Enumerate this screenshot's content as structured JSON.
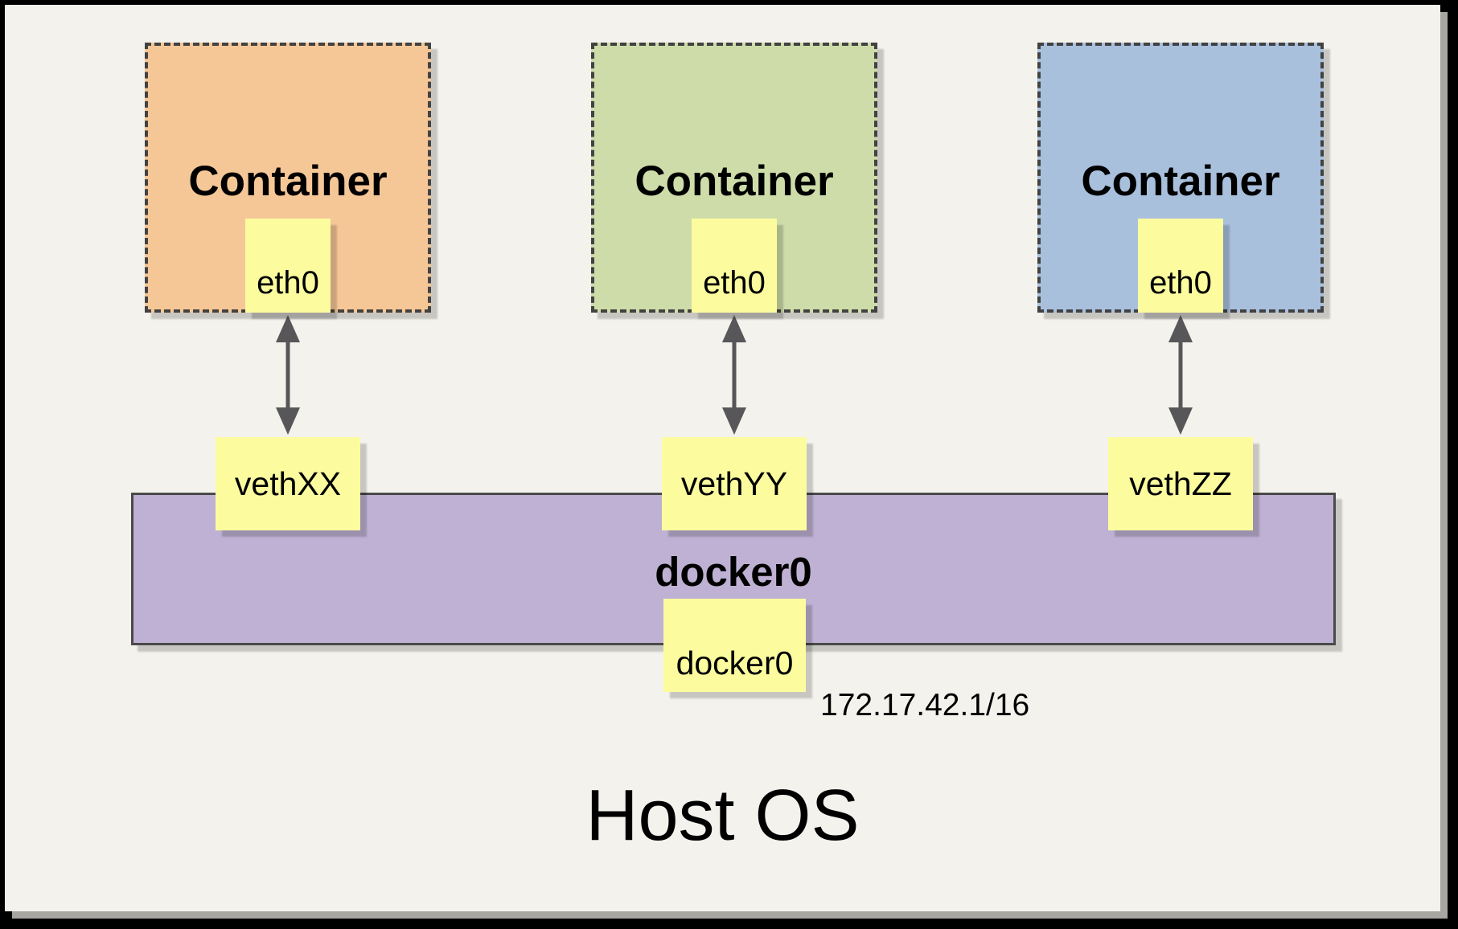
{
  "diagram": {
    "containers": [
      {
        "label": "Container",
        "interface": "eth0",
        "veth": "vethXX",
        "fill": "#f6c796"
      },
      {
        "label": "Container",
        "interface": "eth0",
        "veth": "vethYY",
        "fill": "#cedca9"
      },
      {
        "label": "Container",
        "interface": "eth0",
        "veth": "vethZZ",
        "fill": "#a9c0dd"
      }
    ],
    "bridge": {
      "label": "docker0",
      "interface": "docker0",
      "ip": "172.17.42.1/16",
      "fill": "#bfb1d3"
    },
    "node_fill": "#fcfc9f",
    "host_label": "Host OS",
    "colors": {
      "page_background": "#f4f2ec",
      "frame": "#000000",
      "dashed_border": "#424242",
      "bridge_border": "#4a4a4a",
      "arrow": "#57575a",
      "shadow": "#c9c7c1"
    }
  }
}
